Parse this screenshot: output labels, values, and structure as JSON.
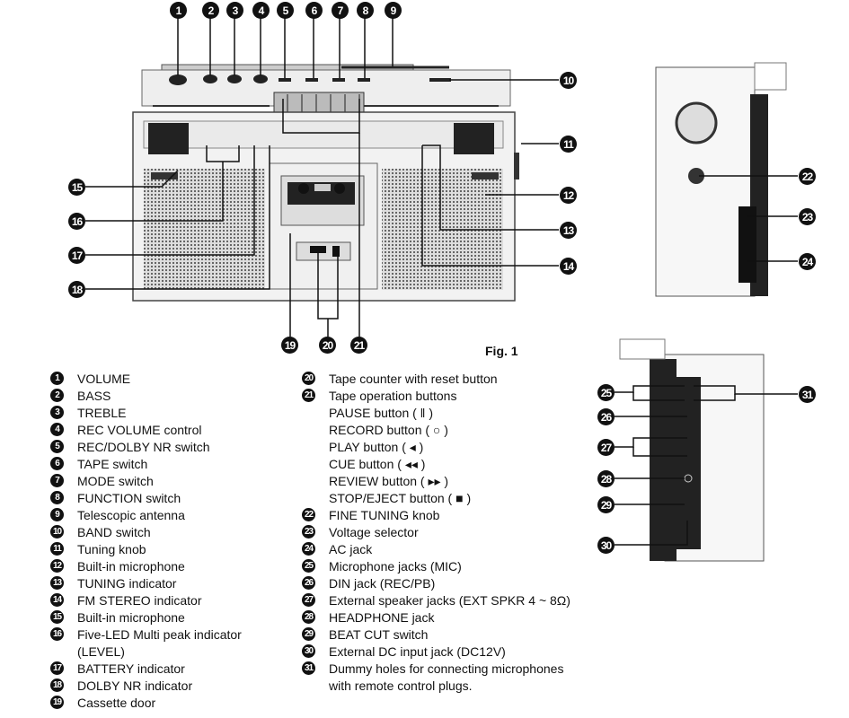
{
  "figure_caption": "Fig. 1",
  "callout_numbers": [
    "1",
    "2",
    "3",
    "4",
    "5",
    "6",
    "7",
    "8",
    "9",
    "10",
    "11",
    "12",
    "13",
    "14",
    "15",
    "16",
    "17",
    "18",
    "19",
    "20",
    "21",
    "22",
    "23",
    "24",
    "25",
    "26",
    "27",
    "28",
    "29",
    "30",
    "31"
  ],
  "legend_left": [
    {
      "num": "1",
      "label": "VOLUME"
    },
    {
      "num": "2",
      "label": "BASS"
    },
    {
      "num": "3",
      "label": "TREBLE"
    },
    {
      "num": "4",
      "label": "REC VOLUME control"
    },
    {
      "num": "5",
      "label": "REC/DOLBY NR  switch"
    },
    {
      "num": "6",
      "label": "TAPE switch"
    },
    {
      "num": "7",
      "label": "MODE  switch"
    },
    {
      "num": "8",
      "label": "FUNCTION switch"
    },
    {
      "num": "9",
      "label": "Telescopic antenna"
    },
    {
      "num": "10",
      "label": "BAND switch"
    },
    {
      "num": "11",
      "label": "Tuning knob"
    },
    {
      "num": "12",
      "label": "Built-in microphone"
    },
    {
      "num": "13",
      "label": "TUNING indicator"
    },
    {
      "num": "14",
      "label": "FM STEREO indicator"
    },
    {
      "num": "15",
      "label": "Built-in microphone"
    },
    {
      "num": "16",
      "label": "Five-LED Multi peak indicator"
    },
    {
      "num": "",
      "label": "(LEVEL)"
    },
    {
      "num": "17",
      "label": "BATTERY indicator"
    },
    {
      "num": "18",
      "label": "DOLBY NR indicator"
    },
    {
      "num": "19",
      "label": "Cassette door"
    }
  ],
  "legend_right": [
    {
      "num": "20",
      "label": "Tape counter with reset button"
    },
    {
      "num": "21",
      "label": "Tape operation buttons"
    },
    {
      "num": "",
      "label": "PAUSE button ( ‖ )"
    },
    {
      "num": "",
      "label": "RECORD button ( ○ )"
    },
    {
      "num": "",
      "label": "PLAY button ( ◂ )"
    },
    {
      "num": "",
      "label": "CUE button ( ◂◂ )"
    },
    {
      "num": "",
      "label": "REVIEW button ( ▸▸ )"
    },
    {
      "num": "",
      "label": "STOP/EJECT button ( ■ )"
    },
    {
      "num": "22",
      "label": "FINE TUNING knob"
    },
    {
      "num": "23",
      "label": "Voltage selector"
    },
    {
      "num": "24",
      "label": "AC jack"
    },
    {
      "num": "25",
      "label": "Microphone jacks (MIC)"
    },
    {
      "num": "26",
      "label": "DIN jack (REC/PB)"
    },
    {
      "num": "27",
      "label": "External speaker jacks (EXT SPKR 4 ~ 8Ω)"
    },
    {
      "num": "28",
      "label": "HEADPHONE jack"
    },
    {
      "num": "29",
      "label": "BEAT CUT switch"
    },
    {
      "num": "30",
      "label": "External DC input jack (DC12V)"
    },
    {
      "num": "31",
      "label": "Dummy holes for connecting microphones"
    },
    {
      "num": "",
      "label": "with remote control plugs."
    }
  ]
}
